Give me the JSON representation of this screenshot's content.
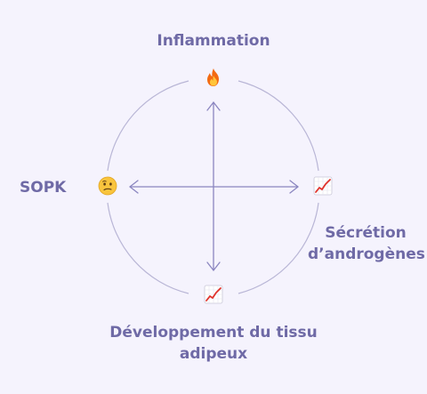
{
  "diagram": {
    "top_label": "Inflammation",
    "left_label": "SOPK",
    "right_label_line1": "Sécrétion",
    "right_label_line2": "d’androgènes",
    "bottom_label_line1": "Développement du tissu",
    "bottom_label_line2": "adipeux",
    "icons": {
      "top": "fire-icon",
      "left": "confused-face-icon",
      "right": "chart-increasing-icon",
      "bottom": "chart-increasing-icon"
    },
    "colors": {
      "background": "#f5f3fd",
      "text": "#6f6aa6",
      "arrows": "#8b86c0",
      "circle": "#b9b6d6"
    }
  }
}
